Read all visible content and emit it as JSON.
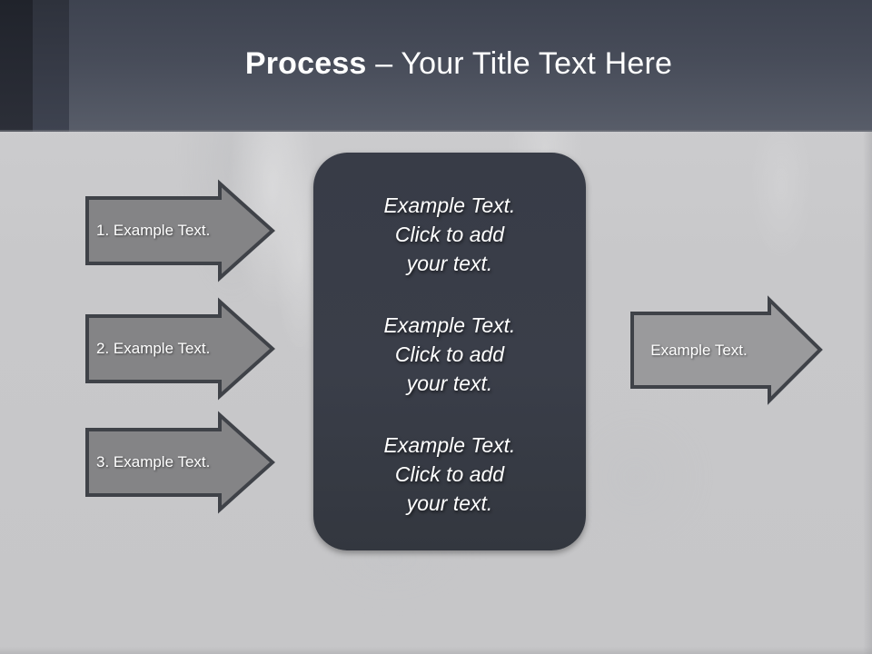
{
  "slide": {
    "background_color": "#c9c9cb",
    "header": {
      "title_strong": "Process",
      "title_rest": " – Your Title Text Here",
      "background_color": "#474c59",
      "text_color": "#ffffff"
    },
    "left_arrows": [
      {
        "label": "1. Example Text."
      },
      {
        "label": "2. Example Text."
      },
      {
        "label": "3. Example Text."
      }
    ],
    "right_arrow": {
      "label": "Example Text."
    },
    "center_panel": {
      "fill_color": "#3a3e49",
      "blocks": [
        {
          "line1": "Example Text.",
          "line2": "Click  to add",
          "line3": "your text."
        },
        {
          "line1": "Example Text.",
          "line2": "Click  to add",
          "line3": "your text."
        },
        {
          "line1": "Example Text.",
          "line2": "Click  to add",
          "line3": "your text."
        }
      ]
    },
    "shape_colors": {
      "arrow_fill": "#848486",
      "arrow_stroke": "#3f4248"
    }
  }
}
